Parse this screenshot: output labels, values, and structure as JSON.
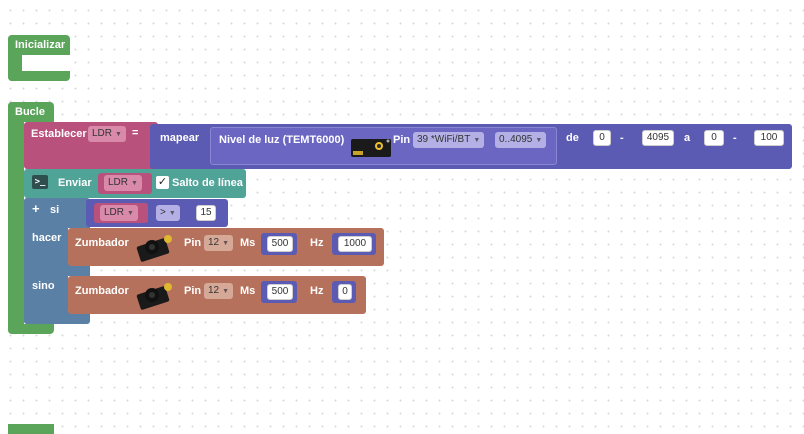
{
  "colors": {
    "green": "#5ba55b",
    "green_light": "#7ec37e",
    "pink": "#b8527d",
    "map_purple": "#5b5bb4",
    "sensor_purple": "#6b66c2",
    "teal": "#4fa397",
    "logic_blue": "#5b80a5",
    "compare_purple": "#5b5bb4",
    "buzzer_brown": "#b6715c",
    "num_purple": "#5b5bb4"
  },
  "setup_block": {
    "label": "Inicializar"
  },
  "loop_block": {
    "label": "Bucle"
  },
  "set_block": {
    "label": "Establecer",
    "variable": "LDR",
    "equals": "=",
    "map_label": "mapear",
    "sensor": {
      "label": "Nivel de luz (TEMT6000)",
      "icon": "light-sensor-module-icon",
      "pin_label": "Pin",
      "pin_value": "39 *WiFi/BT",
      "range": "0..4095"
    },
    "from_label": "de",
    "from_min": "0",
    "dash1": "-",
    "from_max": "4095",
    "to_label": "a",
    "to_min": "0",
    "dash2": "-",
    "to_max": "100"
  },
  "serial_block": {
    "icon": "terminal-icon",
    "label": "Enviar",
    "variable": "LDR",
    "checkbox_checked": true,
    "newline_label": "Salto de línea"
  },
  "if_block": {
    "plus_icon": "+",
    "if_label": "si",
    "do_label": "hacer",
    "else_label": "sino",
    "compare_var": "LDR",
    "operator": ">",
    "compare_value": "15"
  },
  "buzzer_do": {
    "label": "Zumbador",
    "icon": "buzzer-module-icon",
    "pin_label": "Pin",
    "pin_value": "12",
    "ms_label": "Ms",
    "ms_value": "500",
    "hz_label": "Hz",
    "hz_value": "1000"
  },
  "buzzer_else": {
    "label": "Zumbador",
    "icon": "buzzer-module-icon",
    "pin_label": "Pin",
    "pin_value": "12",
    "ms_label": "Ms",
    "ms_value": "500",
    "hz_label": "Hz",
    "hz_value": "0"
  }
}
